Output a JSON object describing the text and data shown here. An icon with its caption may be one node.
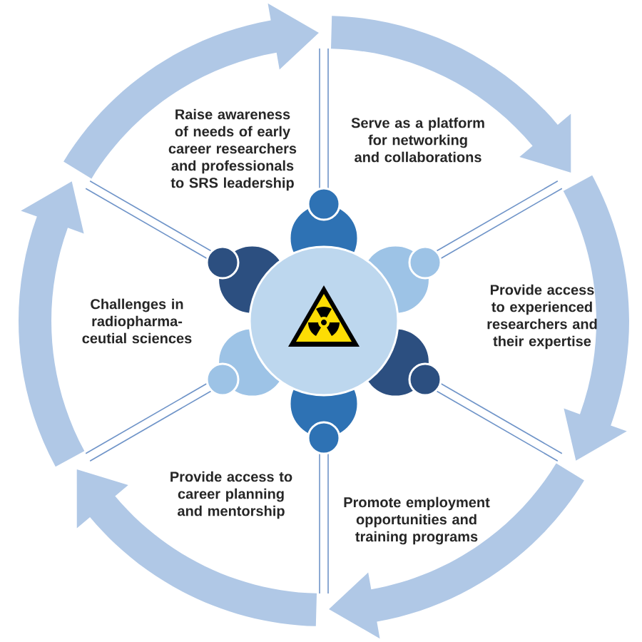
{
  "diagram": {
    "labels": [
      "Raise awareness of needs of early career researchers and professionals to SRS leadership",
      "Serve as a platform for networking and collaborations",
      "Challenges in radiopharma-ceutial sciences",
      "Provide access to experienced researchers and their expertise",
      "Provide access to career planning and mentorship",
      "Promote employment opportunities and training programs"
    ]
  }
}
